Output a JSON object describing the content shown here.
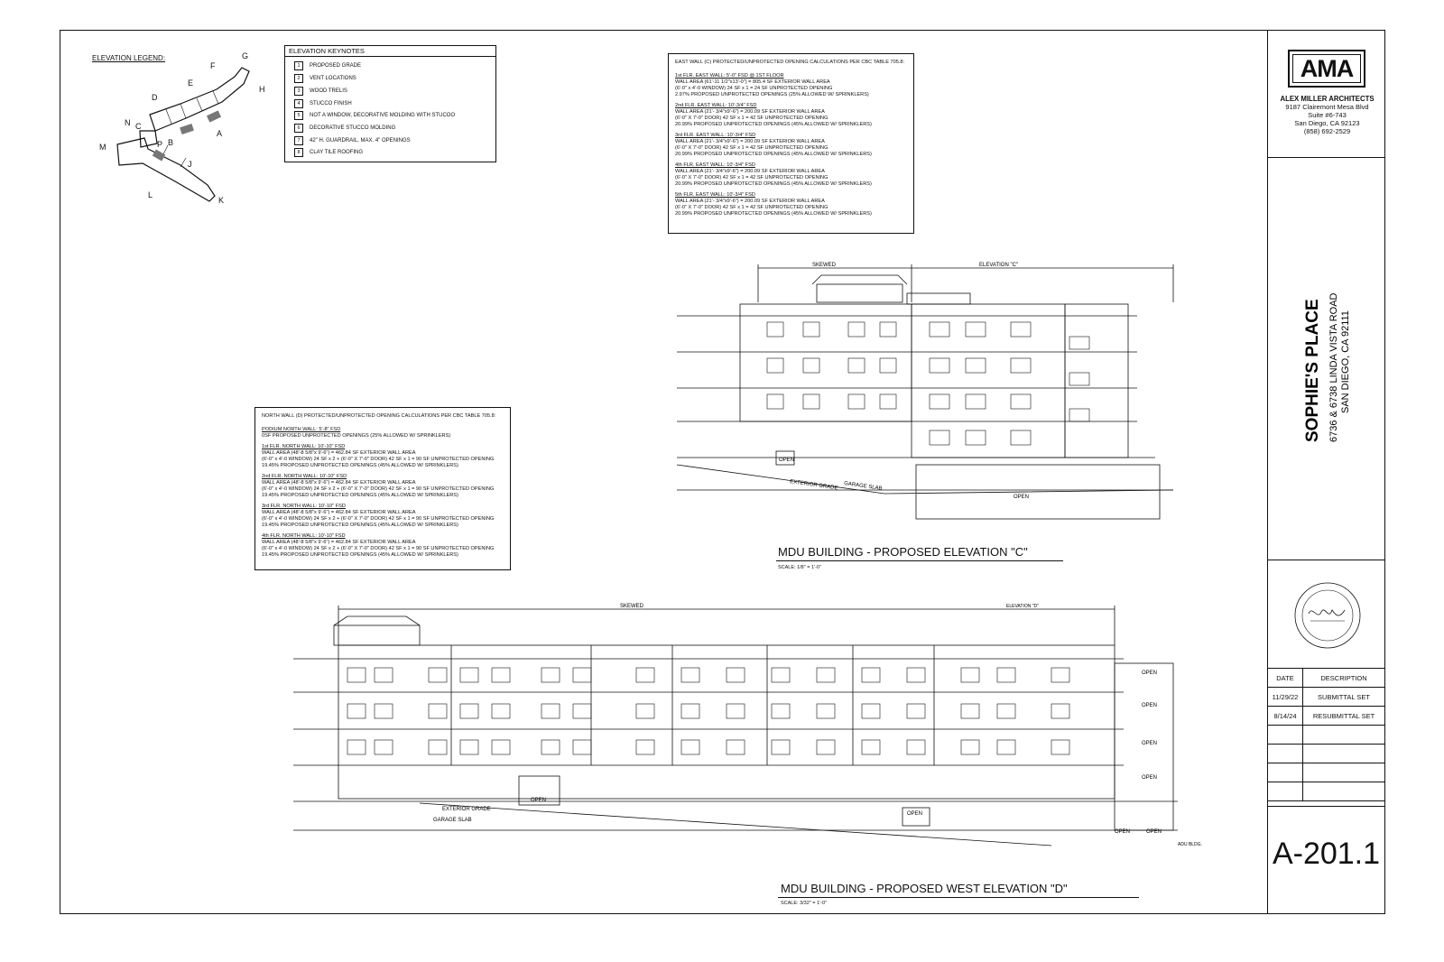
{
  "legend": {
    "title": "ELEVATION LEGEND:",
    "markers": [
      "A",
      "B",
      "C",
      "D",
      "E",
      "F",
      "G",
      "H",
      "J",
      "K",
      "L",
      "M",
      "N",
      "P"
    ]
  },
  "keynotes": {
    "title": "ELEVATION KEYNOTES",
    "items": [
      {
        "num": "1",
        "text": "PROPOSED GRADE"
      },
      {
        "num": "2",
        "text": "VENT LOCATIONS"
      },
      {
        "num": "3",
        "text": "WOOD TRELIS"
      },
      {
        "num": "4",
        "text": "STUCCO FINISH"
      },
      {
        "num": "5",
        "text": "NOT A WINDOW, DECORATIVE MOLDING WITH STUCOO"
      },
      {
        "num": "6",
        "text": "DECORATIVE STUCCO MOLDING"
      },
      {
        "num": "7",
        "text": "42\" H. GUARDRAIL, MAX. 4\" OPENINGS"
      },
      {
        "num": "8",
        "text": "CLAY TILE ROOFING"
      }
    ]
  },
  "east_calc": {
    "title": "EAST WALL (C) PROTECTED/UNPROTECTED OPENING CALCULATIONS PER CBC TABLE 705.8:",
    "sections": [
      {
        "heading": "1st FLR. EAST WALL: 5'-0\" FSD @ 1ST FLOOR",
        "lines": [
          "WALL AREA (61'-11 1/2\"x13'-0\") = 805.4 SF EXTERIOR WALL AREA",
          "(6'-0\" x 4'-0 WINDOW) 24 SF x 1 = 24 SF UNPROTECTED OPENING",
          "2.97% PROPOSED UNPROTECTED OPENINGS (25% ALLOWED W/ SPRINKLERS)"
        ]
      },
      {
        "heading": "2nd FLR. EAST WALL: 10'-3/4\" FSD",
        "lines": [
          "WALL AREA (21'- 3/4\"x9'-6\") = 200.09 SF EXTERIOR WALL AREA",
          "(6'-0\" X 7'-0\" DOOR) 42 SF x 1 = 42 SF UNPROTECTED OPENING",
          "20.99% PROPOSED UNPROTECTED OPENINGS (45% ALLOWED W/ SPRINKLERS)"
        ]
      },
      {
        "heading": "3rd FLR. EAST WALL: 10'-3/4\" FSD",
        "lines": [
          "WALL AREA (21'- 3/4\"x9'-6\") = 200.09 SF EXTERIOR WALL AREA",
          "(6'-0\" X 7'-0\" DOOR) 42 SF x 1 = 42 SF UNPROTECTED OPENING",
          "20.99% PROPOSED UNPROTECTED OPENINGS (45% ALLOWED W/ SPRINKLERS)"
        ]
      },
      {
        "heading": "4th FLR. EAST WALL: 10'-3/4\" FSD",
        "lines": [
          "WALL AREA (21'- 3/4\"x9'-6\") = 200.09 SF EXTERIOR WALL AREA",
          "(6'-0\" X 7'-0\" DOOR) 42 SF x 1 = 42 SF UNPROTECTED OPENING",
          "20.99% PROPOSED UNPROTECTED OPENINGS (45% ALLOWED W/ SPRINKLERS)"
        ]
      },
      {
        "heading": "5th FLR. EAST WALL: 10'-3/4\" FSD",
        "lines": [
          "WALL AREA (21'- 3/4\"x9'-6\") = 200.09 SF EXTERIOR WALL AREA",
          "(6'-0\" X 7'-0\" DOOR) 42 SF x 1 = 42 SF UNPROTECTED OPENING",
          "20.99% PROPOSED UNPROTECTED OPENINGS (45% ALLOWED W/ SPRINKLERS)"
        ]
      }
    ]
  },
  "north_calc": {
    "title": "NORTH WALL (D) PROTECTED/UNPROTECTED OPENING CALCULATIONS PER CBC TABLE 705.8:",
    "sections": [
      {
        "heading": "PODIUM NORTH WALL: 5'-8\" FSD",
        "lines": [
          "0SF PROPOSED UNPROTECTED OPENINGS (25% ALLOWED W/ SPRINKLERS)"
        ]
      },
      {
        "heading": "1st FLR. NORTH WALL: 10'-10\" FSD",
        "lines": [
          "WALL AREA (48'-8 5/8\"x 9'-6\") = 462.84 SF EXTERIOR WALL AREA",
          "(6'-0\" x 4'-0 WINDOW) 24 SF x 2 + (6'-0\" X 7'-0\" DOOR) 42 SF x 1 = 90 SF UNPROTECTED OPENING",
          "19.45% PROPOSED UNPROTECTED OPENINGS (45% ALLOWED W/ SPRINKLERS)"
        ]
      },
      {
        "heading": "2nd FLR. NORTH WALL: 10'-10\" FSD",
        "lines": [
          "WALL AREA (48'-8 5/8\"x 9'-6\") = 462.84 SF EXTERIOR WALL AREA",
          "(6'-0\" x 4'-0 WINDOW) 24 SF x 2 + (6'-0\" X 7'-0\" DOOR) 42 SF x 1 = 90 SF UNPROTECTED OPENING",
          "19.45% PROPOSED UNPROTECTED OPENINGS (45% ALLOWED W/ SPRINKLERS)"
        ]
      },
      {
        "heading": "3rd FLR. NORTH WALL: 10'-10\" FSD",
        "lines": [
          "WALL AREA (48'-8 5/8\"x 9'-6\") = 462.84 SF EXTERIOR WALL AREA",
          "(6'-0\" x 4'-0 WINDOW) 24 SF x 2 + (6'-0\" X 7'-0\" DOOR) 42 SF x 1 = 90 SF UNPROTECTED OPENING",
          "19.45% PROPOSED UNPROTECTED OPENINGS (45% ALLOWED W/ SPRINKLERS)"
        ]
      },
      {
        "heading": "4th FLR. NORTH WALL: 10'-10\" FSD",
        "lines": [
          "WALL AREA (48'-8 5/8\"x 9'-6\") = 462.84 SF EXTERIOR WALL AREA",
          "(6'-0\" x 4'-0 WINDOW) 24 SF x 2 + (6'-0\" X 7'-0\" DOOR) 42 SF x 1 = 90 SF UNPROTECTED OPENING",
          "19.45% PROPOSED UNPROTECTED OPENINGS (45% ALLOWED W/ SPRINKLERS)"
        ]
      }
    ]
  },
  "elev_c": {
    "title": "MDU BUILDING - PROPOSED ELEVATION \"C\"",
    "scale": "SCALE: 1/8\" = 1'-0\"",
    "labels": {
      "skewed": "SKEWED",
      "elevation": "ELEVATION \"C\"",
      "open": "OPEN",
      "exterior_grade": "EXTERIOR GRADE",
      "garage_slab": "GARAGE SLAB"
    }
  },
  "elev_d": {
    "title": "MDU BUILDING - PROPOSED WEST ELEVATION \"D\"",
    "scale": "SCALE: 3/32\" = 1'-0\"",
    "labels": {
      "skewed": "SKEWED",
      "elevation": "ELEVATION \"D\"",
      "open": "OPEN",
      "exterior_grade": "EXTERIOR GRADE",
      "garage_slab": "GARAGE SLAB",
      "adu": "ADU BLDG."
    }
  },
  "title_block": {
    "logo": "AMA",
    "firm_name": "ALEX MILLER ARCHITECTS",
    "address1": "9187 Clairemont Mesa Blvd",
    "address2": "Suite #6-743",
    "address3": "San Diego, CA 92123",
    "phone": "(858) 692-2529",
    "project_name": "SOPHIE'S PLACE",
    "project_addr1": "6736 & 6738 LINDA VISTA ROAD",
    "project_addr2": "SAN DIEGO, CA   92111",
    "rev_headers": {
      "date": "DATE",
      "desc": "DESCRIPTION"
    },
    "revisions": [
      {
        "date": "11/29/22",
        "desc": "SUBMITTAL SET"
      },
      {
        "date": "8/14/24",
        "desc": "RESUBMITTAL SET"
      }
    ],
    "sheet_number": "A-201.1"
  }
}
